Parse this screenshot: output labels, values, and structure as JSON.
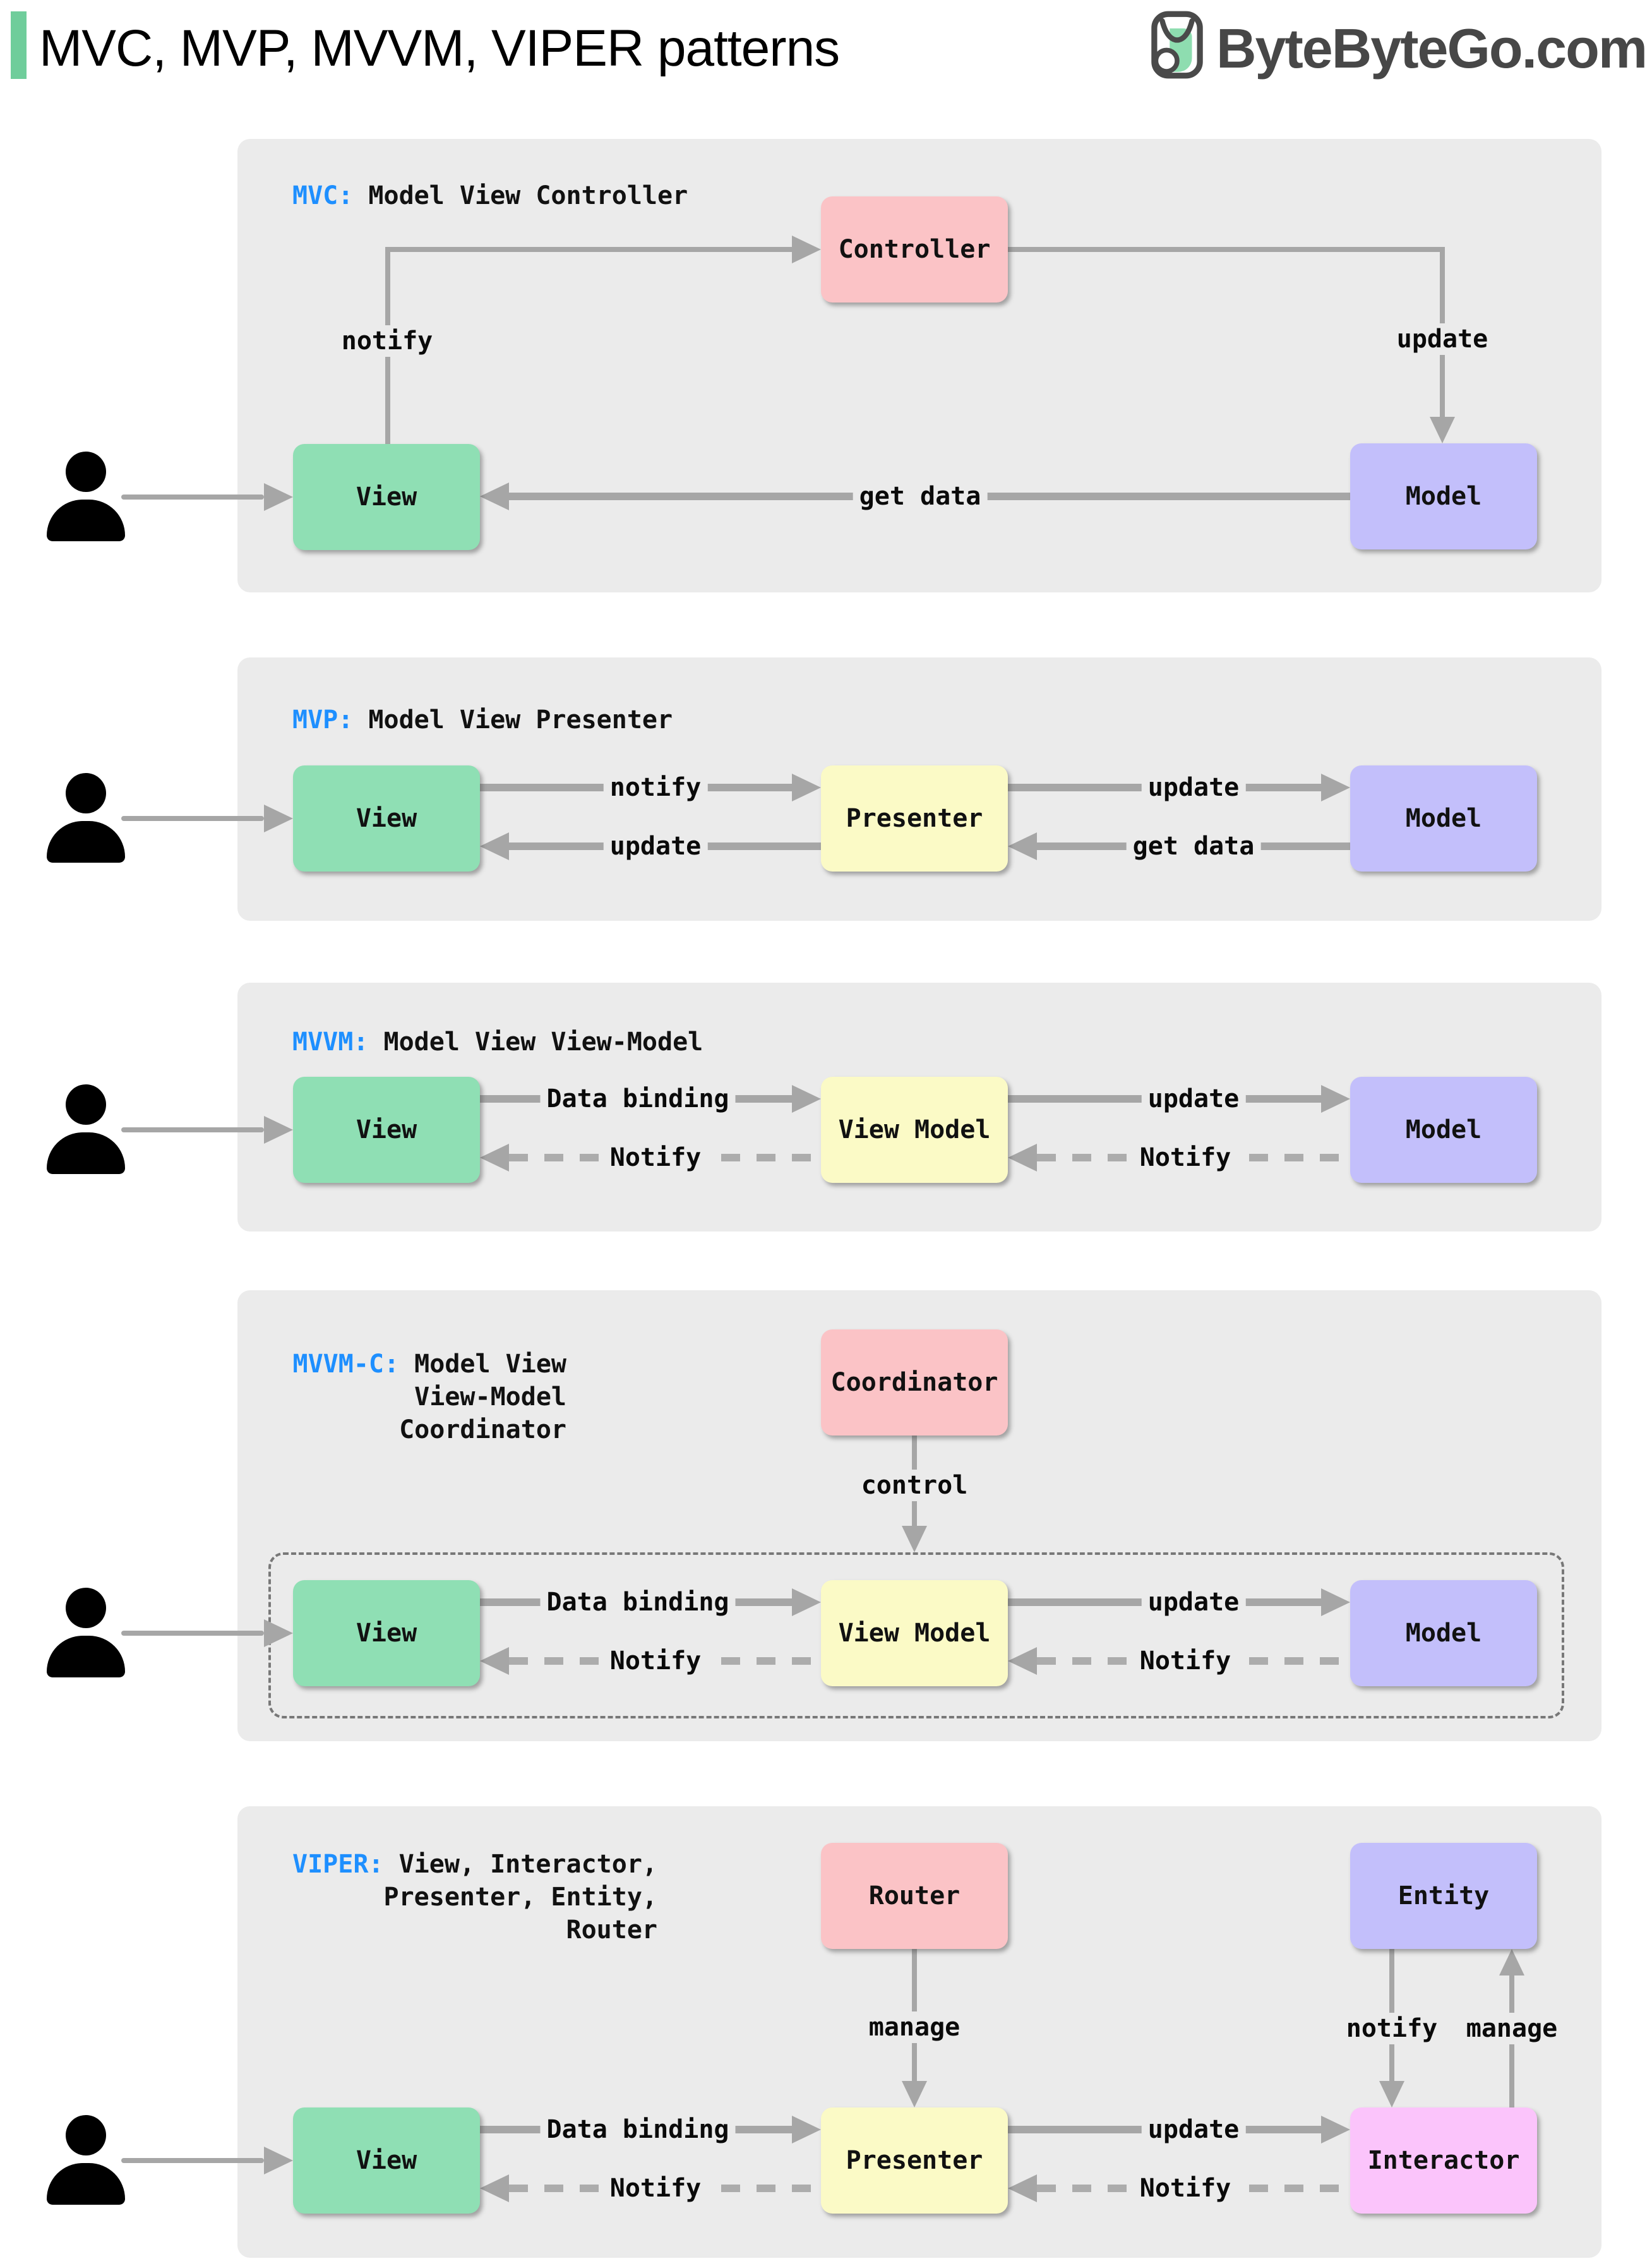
{
  "header": {
    "title": "MVC, MVP, MVVM, VIPER patterns",
    "brand": "ByteByteGo.com"
  },
  "colors": {
    "accent_green": "#6FCD9B",
    "tag_blue": "#1E8FFF",
    "panel_bg": "#EBEBEB",
    "arrow_gray": "#A6A6A6",
    "box_green": "#8FDFB4",
    "box_pink": "#FBC3C6",
    "box_purple": "#C3BFFB",
    "box_yellow": "#FBFAC6",
    "box_magenta": "#FBC4FB"
  },
  "panels": {
    "mvc": {
      "tag": "MVC:",
      "title": "Model View Controller",
      "controller": "Controller",
      "view": "View",
      "model": "Model",
      "notify": "notify",
      "update": "update",
      "get_data": "get data"
    },
    "mvp": {
      "tag": "MVP:",
      "title": "Model View Presenter",
      "view": "View",
      "presenter": "Presenter",
      "model": "Model",
      "notify": "notify",
      "update_top": "update",
      "update_bottom": "update",
      "get_data": "get data"
    },
    "mvvm": {
      "tag": "MVVM:",
      "title": "Model View View-Model",
      "view": "View",
      "view_model": "View Model",
      "model": "Model",
      "data_binding": "Data binding",
      "update": "update",
      "notify_left": "Notify",
      "notify_right": "Notify"
    },
    "mvvmc": {
      "tag": "MVVM-C:",
      "title_line1": "Model View",
      "title_line2": "View-Model",
      "title_line3": "Coordinator",
      "coordinator": "Coordinator",
      "control": "control",
      "view": "View",
      "view_model": "View Model",
      "model": "Model",
      "data_binding": "Data binding",
      "update": "update",
      "notify_left": "Notify",
      "notify_right": "Notify"
    },
    "viper": {
      "tag": "VIPER:",
      "title_line1": "View, Interactor,",
      "title_line2": "Presenter, Entity,",
      "title_line3": "Router",
      "router": "Router",
      "entity": "Entity",
      "view": "View",
      "presenter": "Presenter",
      "interactor": "Interactor",
      "manage_mid": "manage",
      "notify_entity": "notify",
      "manage_right": "manage",
      "data_binding": "Data binding",
      "update": "update",
      "notify_left": "Notify",
      "notify_right": "Notify"
    }
  }
}
